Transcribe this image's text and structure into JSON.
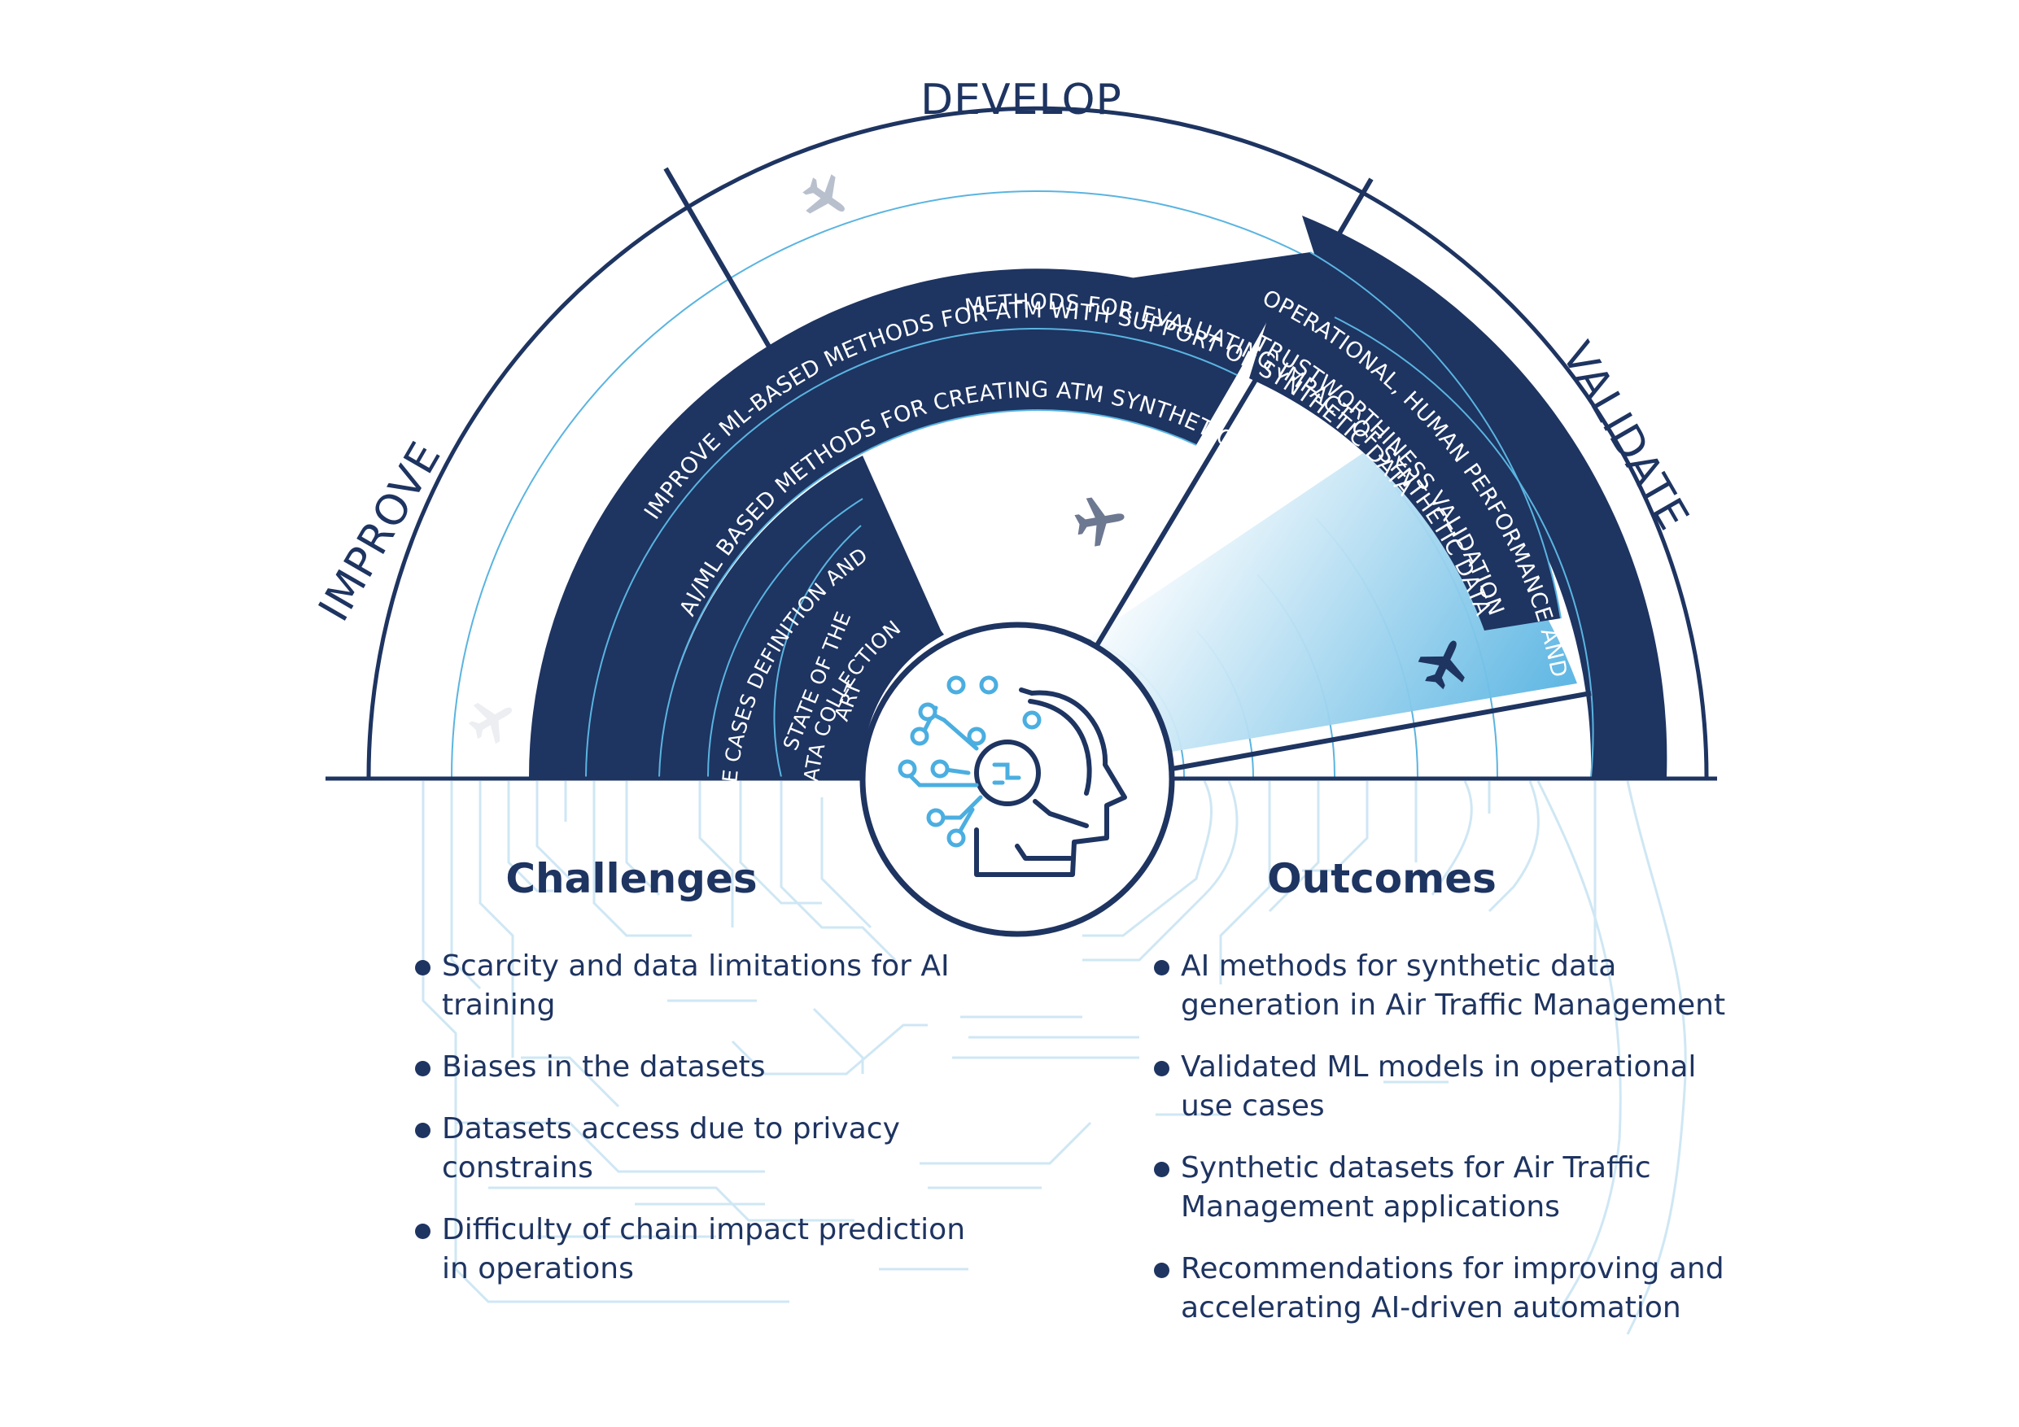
{
  "phases": {
    "improve": "IMPROVE",
    "develop": "DEVELOP",
    "validate": "VALIDATE"
  },
  "bands": {
    "ml_methods": "IMPROVE ML-BASED METHODS FOR ATM WITH SUPPORT OF SYNTHETIC DATA",
    "ai_methods": "AI/ML BASED METHODS FOR CREATING ATM SYNTHETIC DATA",
    "use_cases_1": "USE CASES DEFINITION AND",
    "use_cases_2": "DATA COLLECTION",
    "state_1": "STATE OF THE",
    "state_2": "ART",
    "evaluating": "METHODS FOR EVALUATING IMPACT OF SYNTHETIC DATA",
    "operational_1": "OPERATIONAL, HUMAN PERFORMANCE AND",
    "operational_2": "TRUSTWORTHINESS  VALIDATION"
  },
  "challenges": {
    "title": "Challenges",
    "items": [
      "Scarcity and data limitations for AI training",
      "Biases in the datasets",
      "Datasets access due to privacy constrains",
      "Difficulty of chain impact prediction in operations"
    ]
  },
  "outcomes": {
    "title": "Outcomes",
    "items": [
      "AI methods for synthetic data generation in Air Traffic Management",
      "Validated ML models in operational use cases",
      "Synthetic datasets for  Air Traffic Management applications",
      "Recommendations for improving and accelerating AI-driven automation"
    ]
  },
  "colors": {
    "navy": "#1e3461",
    "light_blue": "#4baee0",
    "thin_line": "#5ab4e0",
    "circuit": "#cfe7f4",
    "plane_grey": "#b9c0cd"
  },
  "icons": [
    "airplane-icon",
    "ai-head-icon"
  ]
}
